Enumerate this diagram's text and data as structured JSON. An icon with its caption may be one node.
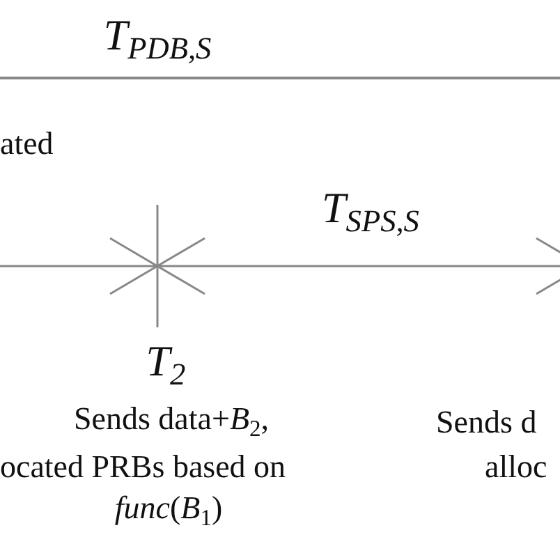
{
  "diagram": {
    "labels": [
      "T$_{PDB,S}$",
      "ated",
      "T$_{SPS,S}$",
      "T$_{2}$",
      "Sends data+*B*$_{2}$,",
      "ocated PRBs based on",
      "*func*(*B*$_{1}$)",
      "Sends d",
      "alloc"
    ]
  }
}
